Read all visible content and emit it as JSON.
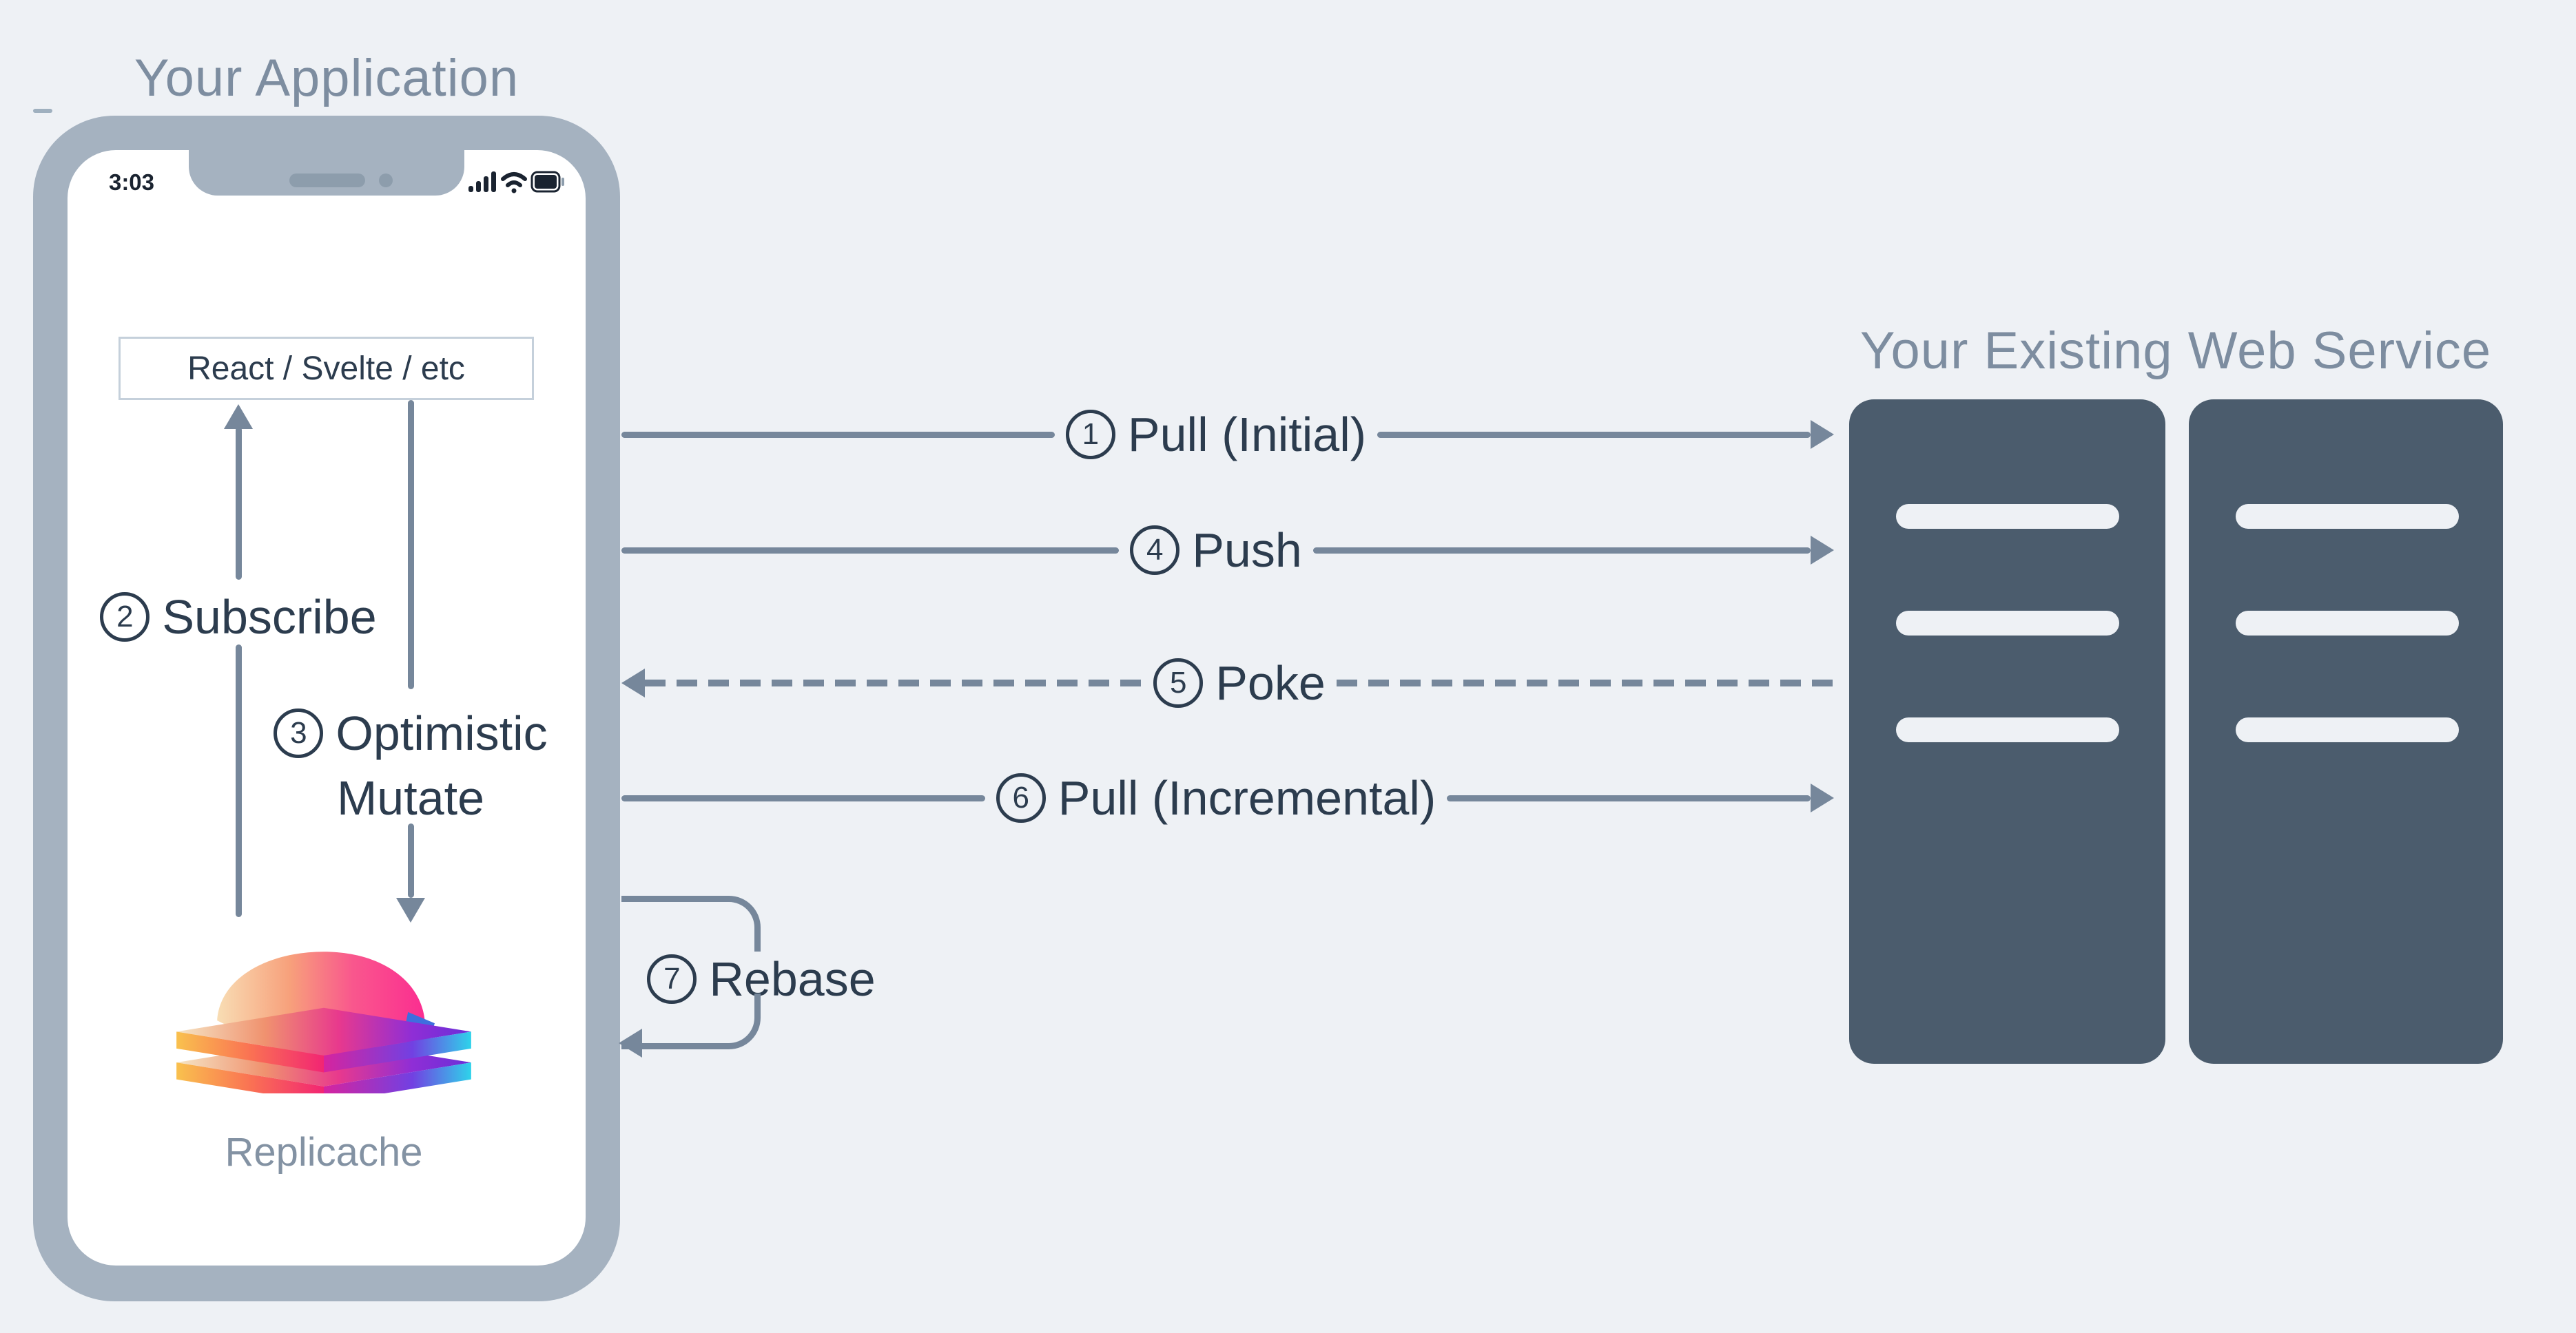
{
  "colors": {
    "background": "#eef1f5",
    "phone_bezel": "#a5b2c0",
    "phone_screen": "#ffffff",
    "notch_detail": "#8d9dac",
    "title_gray": "#7d8da0",
    "text_dark": "#2c3c4e",
    "line_gray": "#76879b",
    "server_fill": "#4b5c6d",
    "slot_fill": "#eef1f5",
    "box_border": "#c5d0db",
    "status_dark": "#1a2330",
    "library_label_gray": "#8392a3"
  },
  "application": {
    "title": "Your Application",
    "phone": {
      "status_time": "3:03",
      "status_icons": [
        "cellular-signal-icon",
        "wifi-icon",
        "battery-icon"
      ]
    },
    "framework_box": "React / Svelte / etc",
    "library_name": "Replicache",
    "library_logo": "replicache-layers-logo"
  },
  "web_service": {
    "title": "Your Existing Web Service",
    "servers": 2,
    "slots_per_server": 3
  },
  "flows": [
    {
      "num": "1",
      "label": "Pull (Initial)",
      "direction": "app-to-server",
      "style": "solid"
    },
    {
      "num": "2",
      "label": "Subscribe",
      "direction": "up",
      "style": "solid"
    },
    {
      "num": "3",
      "label": "Optimistic Mutate",
      "line1": "Optimistic",
      "line2": "Mutate",
      "direction": "down",
      "style": "solid"
    },
    {
      "num": "4",
      "label": "Push",
      "direction": "app-to-server",
      "style": "solid"
    },
    {
      "num": "5",
      "label": "Poke",
      "direction": "server-to-app",
      "style": "dashed"
    },
    {
      "num": "6",
      "label": "Pull (Incremental)",
      "direction": "app-to-server",
      "style": "solid"
    },
    {
      "num": "7",
      "label": "Rebase",
      "direction": "loop",
      "style": "solid"
    }
  ]
}
